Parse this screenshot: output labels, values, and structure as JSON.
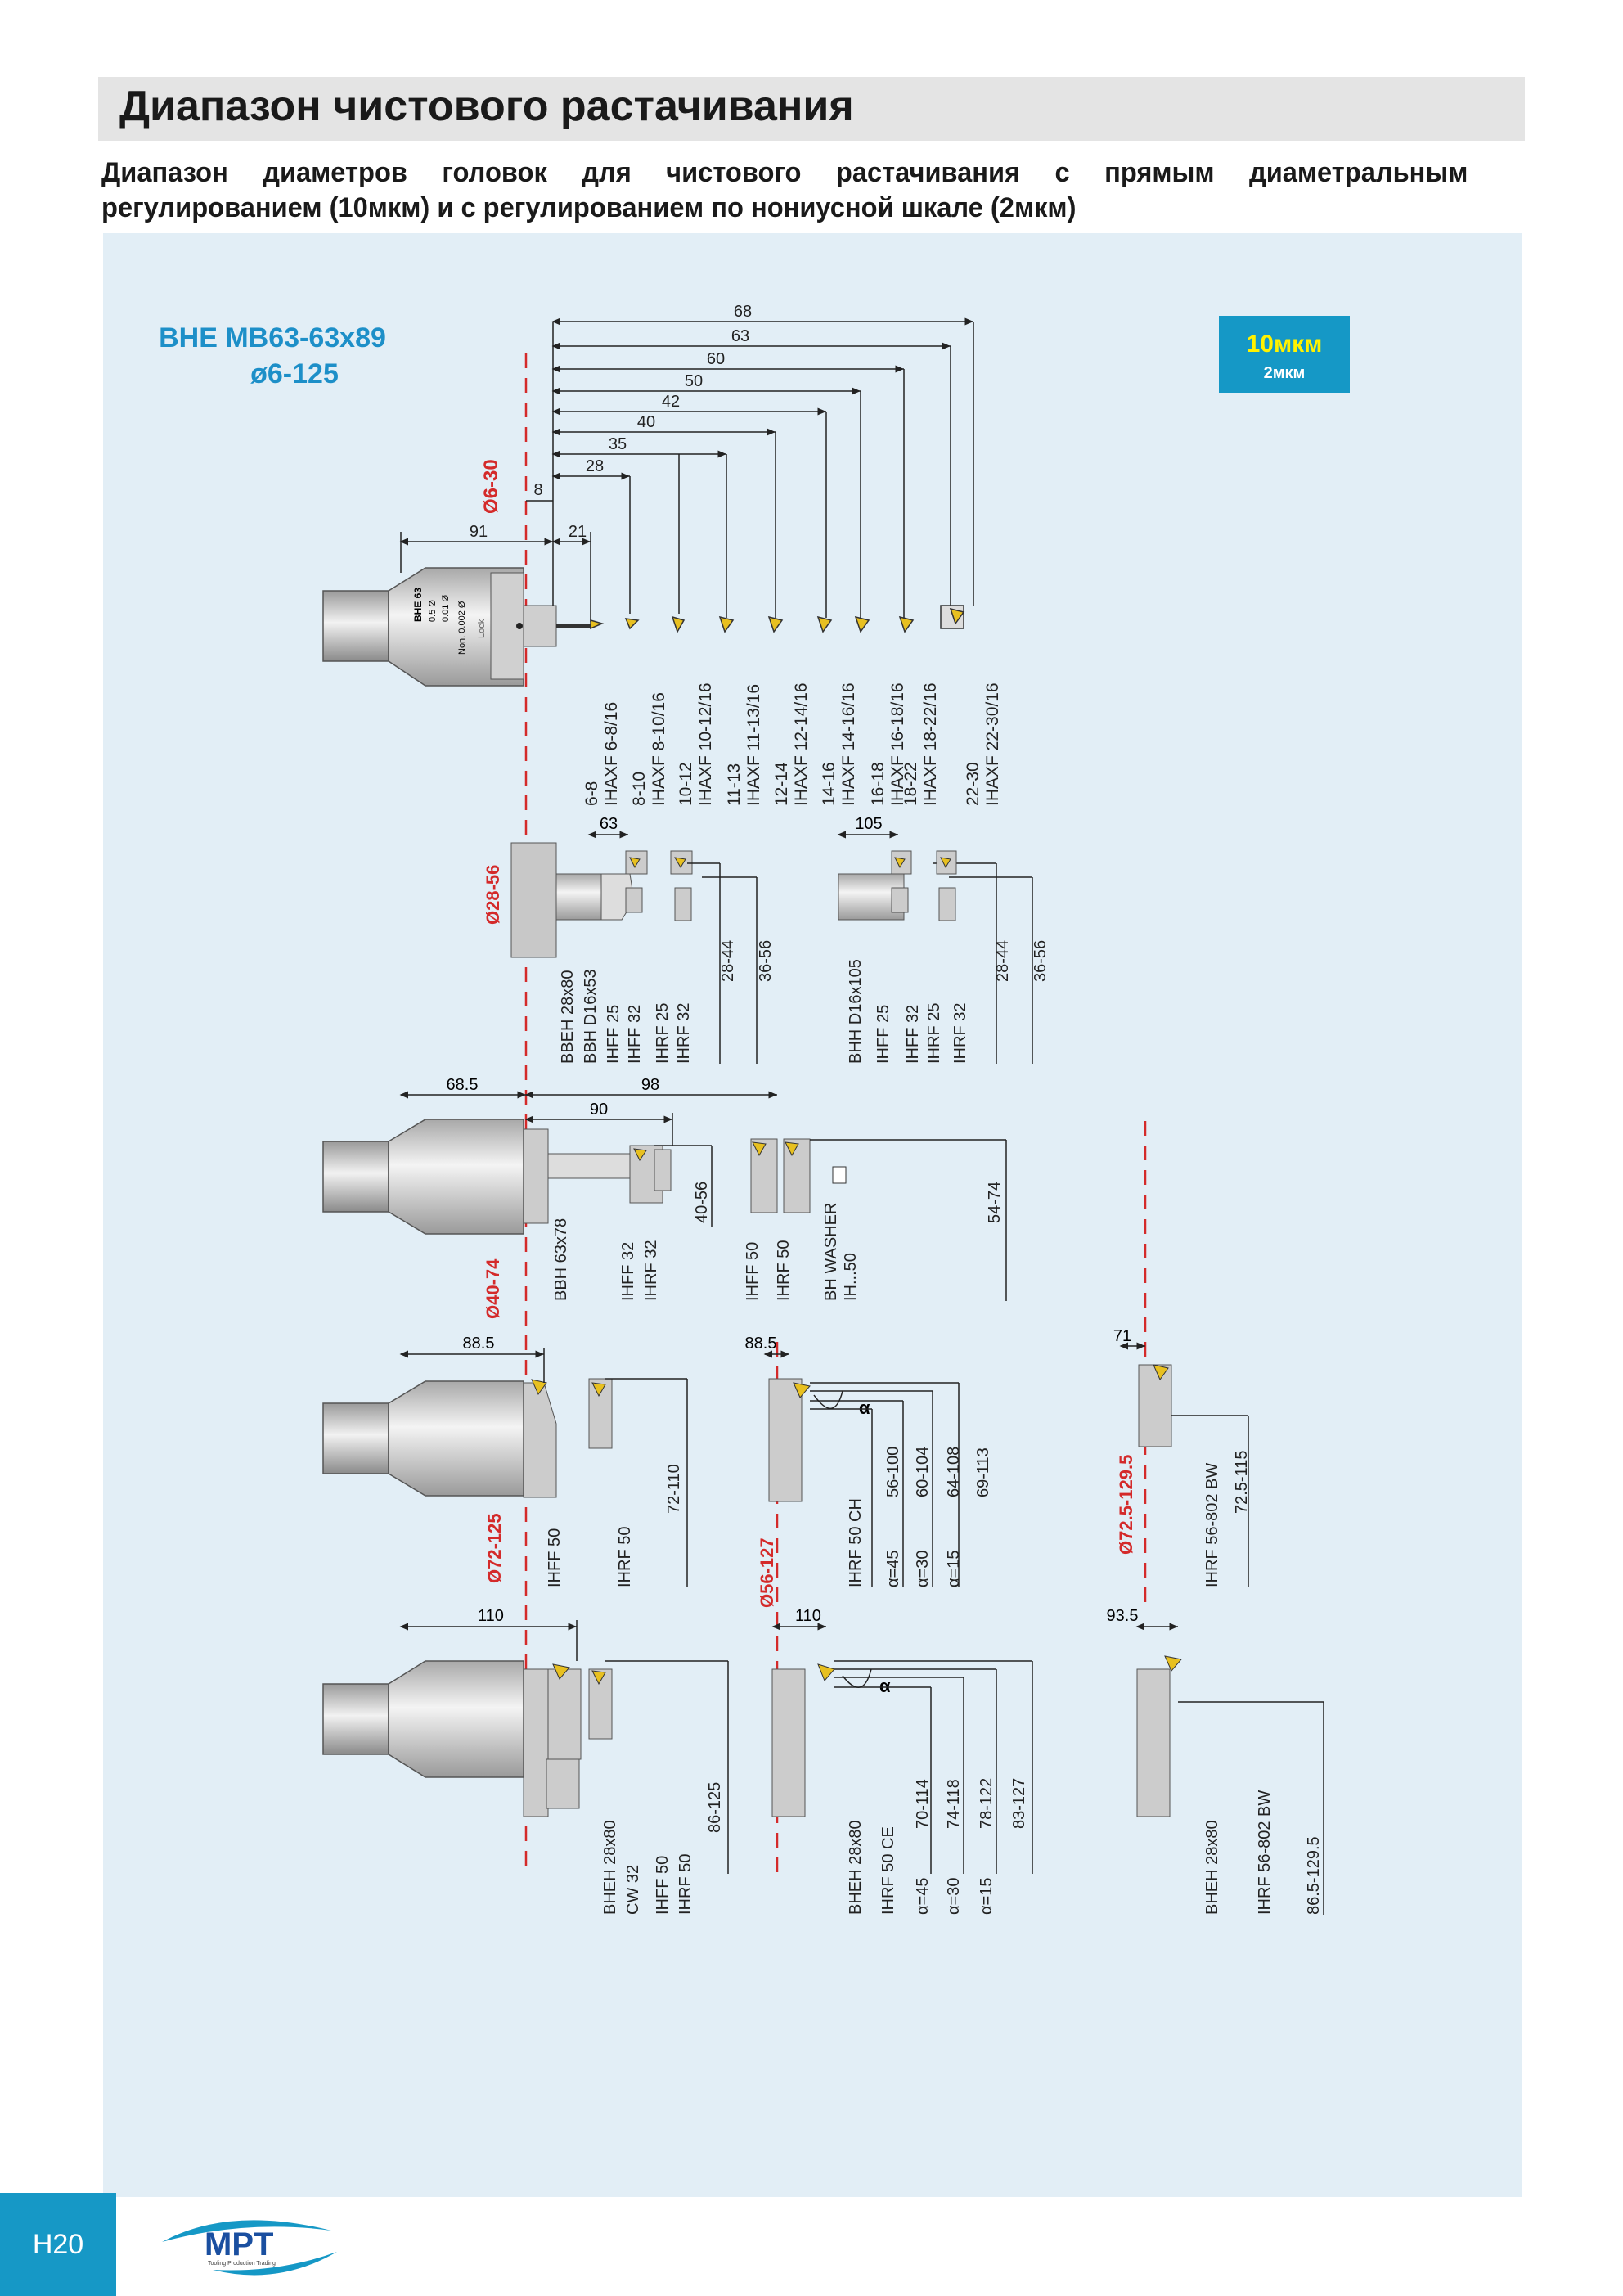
{
  "header": {
    "title": "Диапазон чистового растачивания",
    "subtitle": "Диапазон диаметров головок для чистового растачивания с прямым диаметральным регулированием (10мкм) и с регулированием по нониусной шкале (2мкм)"
  },
  "diagram": {
    "model": "BHE MB63-63x89",
    "range": "ø6-125",
    "badge_main": "10мкм",
    "badge_sub": "2мкм",
    "head_text": [
      "BHE 63",
      "0.5 Ø",
      "0.01 Ø",
      "Non. 0.002 Ø",
      "Lock"
    ],
    "s1": {
      "dia": "Ø6-30",
      "dims": [
        "68",
        "63",
        "60",
        "50",
        "42",
        "40",
        "35",
        "28",
        "8",
        "91",
        "21"
      ],
      "inserts": [
        "6-8",
        "IHAXF 6-8/16",
        "8-10",
        "IHAXF 8-10/16",
        "10-12",
        "IHAXF 10-12/16",
        "11-13",
        "IHAXF 11-13/16",
        "12-14",
        "IHAXF 12-14/16",
        "14-16",
        "IHAXF 14-16/16",
        "16-18",
        "IHAXF 16-18/16",
        "18-22",
        "IHAXF 18-22/16",
        "22-30",
        "IHAXF 22-30/16"
      ]
    },
    "s2": {
      "dia": "Ø28-56",
      "dim_a": "63",
      "dim_b": "105",
      "left_labels": [
        "BBEH 28x80",
        "BBH D16x53",
        "IHFF 25",
        "IHFF 32",
        "IHRF 25",
        "IHRF 32",
        "28-44",
        "36-56"
      ],
      "right_labels": [
        "BHH D16x105",
        "IHFF 25",
        "IHFF 32",
        "IHRF 25",
        "IHRF 32",
        "28-44",
        "36-56"
      ]
    },
    "s3": {
      "dia": "Ø40-74",
      "dims": [
        "68.5",
        "98",
        "90"
      ],
      "labels": [
        "BBH 63x78",
        "IHFF 32",
        "IHRF 32",
        "40-56",
        "IHFF 50",
        "IHRF 50",
        "BH WASHER",
        "IH...50",
        "54-74"
      ]
    },
    "s4": {
      "dia_a": "Ø72-125",
      "dia_b": "Ø56-127",
      "dia_c": "Ø72.5-129.5",
      "dims": [
        "88.5",
        "88.5",
        "71"
      ],
      "alpha": "α",
      "labels_a": [
        "IHFF 50",
        "IHRF 50",
        "72-110"
      ],
      "labels_b": [
        "IHRF 50 CH",
        "α=45",
        "α=30",
        "α=15",
        "56-100",
        "60-104",
        "64-108",
        "69-113"
      ],
      "labels_c": [
        "IHRF 56-802  BW",
        "72.5-115"
      ]
    },
    "s5": {
      "dims": [
        "110",
        "110",
        "93.5"
      ],
      "alpha": "α",
      "labels_a": [
        "BHEH 28x80",
        "CW 32",
        "IHFF 50",
        "IHRF 50",
        "86-125"
      ],
      "labels_b": [
        "BHEH 28x80",
        "IHRF 50 CE",
        "α=45",
        "α=30",
        "α=15",
        "70-114",
        "74-118",
        "78-122",
        "83-127"
      ],
      "labels_c": [
        "BHEH 28x80",
        "IHRF 56-802 BW",
        "86.5-129.5"
      ]
    }
  },
  "footer": {
    "page": "H20",
    "logo_text": "MPT",
    "logo_tagline": "Tooling Production Trading"
  },
  "colors": {
    "accent_blue": "#1598c6",
    "title_blue": "#1d8fc8",
    "badge_yellow": "#fff200",
    "red_dash": "#d42a2a",
    "panel_bg": "#e2eef6",
    "title_bar_bg": "#e4e4e4"
  }
}
